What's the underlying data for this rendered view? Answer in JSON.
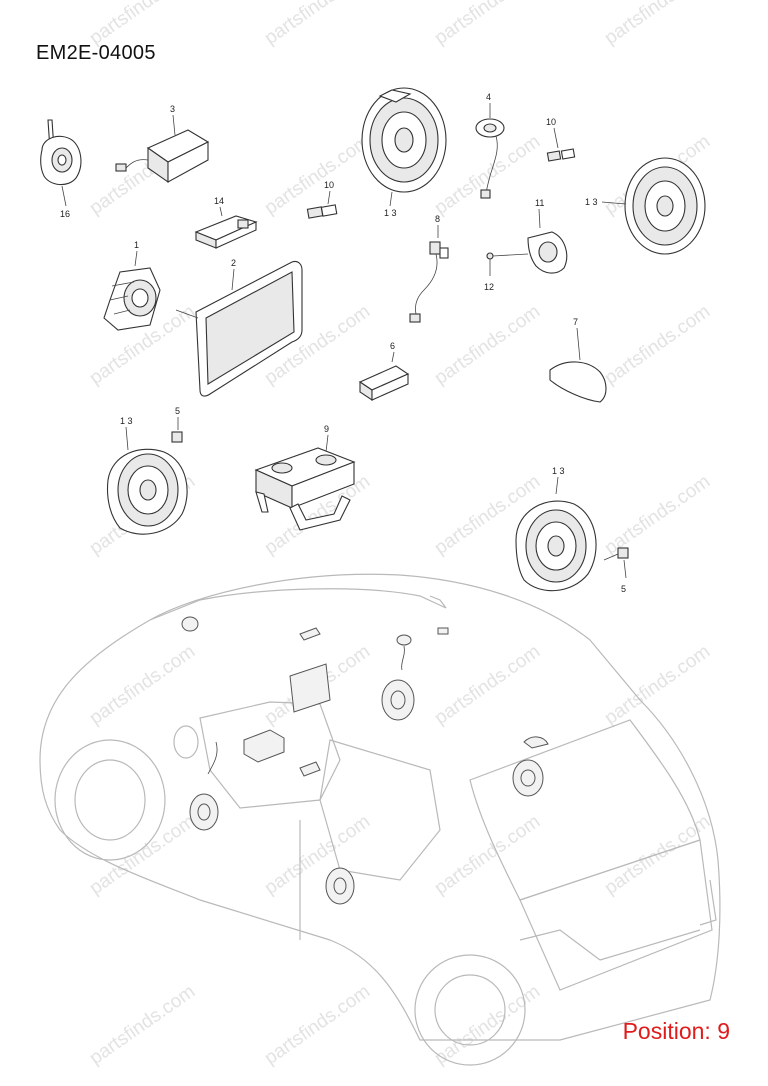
{
  "title": "EM2E-04005",
  "position_label": "Position: 9",
  "watermark": "partsfinds.com",
  "callouts": {
    "c1": "1",
    "c2": "2",
    "c3": "3",
    "c4": "4",
    "c5a": "5",
    "c5b": "5",
    "c6": "6",
    "c7": "7",
    "c8": "8",
    "c9": "9",
    "c10a": "10",
    "c10b": "10",
    "c11": "11",
    "c12": "12",
    "c13a": "1 3",
    "c13b": "1 3",
    "c13c": "1 3",
    "c13d": "1 3",
    "c14": "14",
    "c16": "16"
  }
}
